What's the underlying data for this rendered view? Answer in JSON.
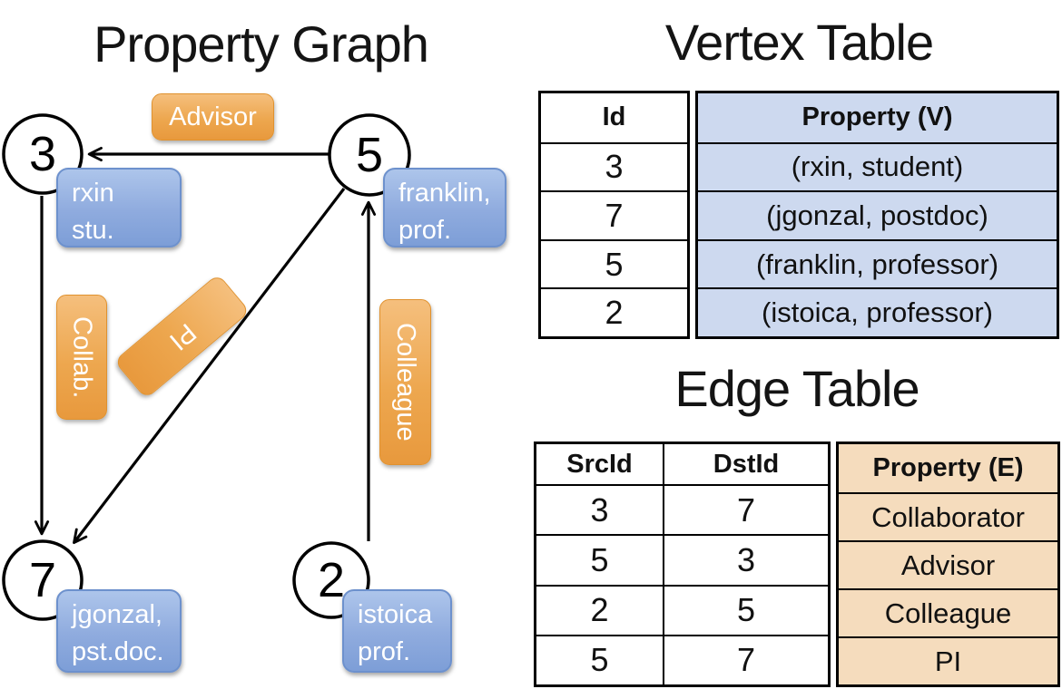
{
  "graph": {
    "title": "Property Graph",
    "nodes": [
      {
        "id": "3",
        "line1": "rxin",
        "line2": "stu."
      },
      {
        "id": "5",
        "line1": "franklin,",
        "line2": "prof."
      },
      {
        "id": "7",
        "line1": "jgonzal,",
        "line2": "pst.doc."
      },
      {
        "id": "2",
        "line1": "istoica",
        "line2": "prof."
      }
    ],
    "edge_labels": {
      "advisor": "Advisor",
      "collab": "Collab.",
      "pi": "PI",
      "colleague": "Colleague"
    }
  },
  "vertex_table": {
    "title": "Vertex Table",
    "columns": {
      "id": "Id",
      "property": "Property (V)"
    },
    "rows": [
      {
        "id": "3",
        "property": "(rxin, student)"
      },
      {
        "id": "7",
        "property": "(jgonzal, postdoc)"
      },
      {
        "id": "5",
        "property": "(franklin, professor)"
      },
      {
        "id": "2",
        "property": "(istoica, professor)"
      }
    ]
  },
  "edge_table": {
    "title": "Edge Table",
    "columns": {
      "src": "SrcId",
      "dst": "DstId",
      "property": "Property (E)"
    },
    "rows": [
      {
        "src": "3",
        "dst": "7",
        "property": "Collaborator"
      },
      {
        "src": "5",
        "dst": "3",
        "property": "Advisor"
      },
      {
        "src": "2",
        "dst": "5",
        "property": "Colleague"
      },
      {
        "src": "5",
        "dst": "7",
        "property": "PI"
      }
    ]
  },
  "colors": {
    "vertex_property_cell": "#cdd9ef",
    "edge_property_cell": "#f5dcbd",
    "vertex_box_blue": "#8fabde",
    "edge_label_orange": "#eda74f",
    "line_black": "#000000"
  }
}
